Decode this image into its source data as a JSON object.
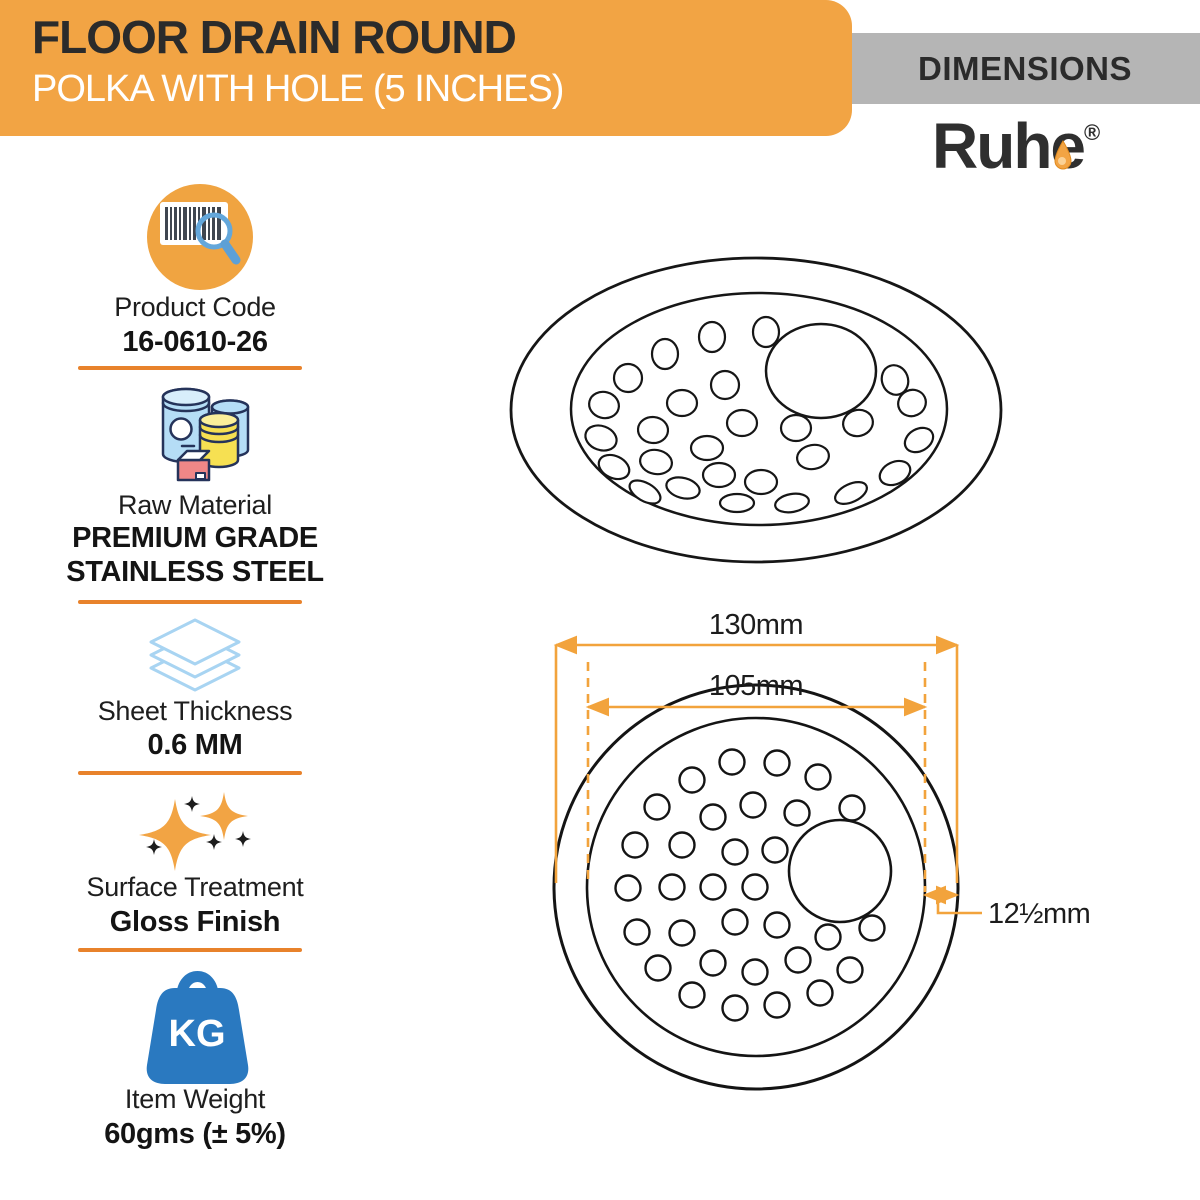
{
  "header": {
    "line1": "FLOOR DRAIN ROUND",
    "line2": "POLKA WITH HOLE (5 INCHES)"
  },
  "dimensions_banner": {
    "label": "DIMENSIONS"
  },
  "brand": {
    "name": "Ruhe",
    "registered": "®"
  },
  "specs": [
    {
      "icon": "barcode-magnifier-icon",
      "label": "Product Code",
      "value": "16-0610-26"
    },
    {
      "icon": "raw-material-cans-icon",
      "label": "Raw Material",
      "value": "PREMIUM GRADE",
      "value2": "STAINLESS STEEL"
    },
    {
      "icon": "stacked-sheets-icon",
      "label": "Sheet Thickness",
      "value": "0.6 MM"
    },
    {
      "icon": "sparkles-icon",
      "label": "Surface Treatment",
      "value": "Gloss Finish"
    },
    {
      "icon": "kg-weight-icon",
      "label": "Item Weight",
      "value": "60gms (± 5%)",
      "badge": "KG"
    }
  ],
  "diagram": {
    "outer_diameter_label": "130mm",
    "top_diameter_label": "105mm",
    "rim_width_label": "12½mm"
  },
  "colors": {
    "accent_orange": "#F2A444",
    "divider_orange": "#E8822B",
    "banner_gray": "#B5B5B5",
    "icon_blue": "#2A79C0",
    "dimension_line_orange": "#F2A33C",
    "text_dark": "#1e1e1e"
  }
}
